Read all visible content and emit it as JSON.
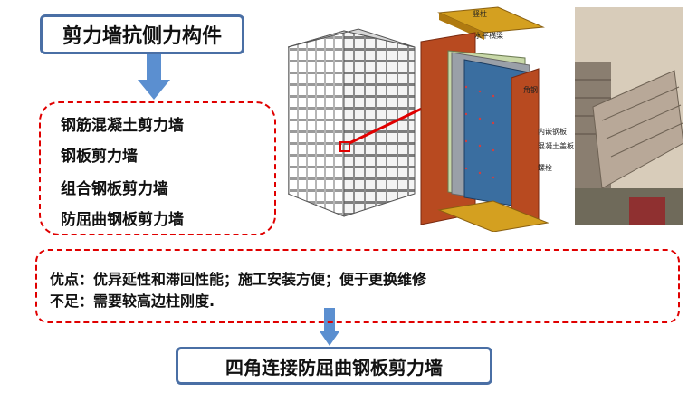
{
  "title": "剪力墙抗侧力构件",
  "components": [
    "钢筋混凝土剪力墙",
    "钢板剪力墙",
    "组合钢板剪力墙",
    "防屈曲钢板剪力墙"
  ],
  "advantages": "优点：优异延性和滞回性能；施工安装方便；便于更换维修",
  "disadvantages": "不足：需要较高边柱刚度.",
  "conclusion": "四角连接防屈曲钢板剪力墙",
  "diagram_labels": {
    "column": "竖柱",
    "beam": "水平横梁",
    "angle": "角钢",
    "inner_plate": "内嵌钢板",
    "concrete_cover": "混凝土盖板",
    "bolt": "螺栓"
  },
  "colors": {
    "box_border": "#4a6fa5",
    "arrow": "#5b8fd0",
    "dashed": "#e00000"
  }
}
